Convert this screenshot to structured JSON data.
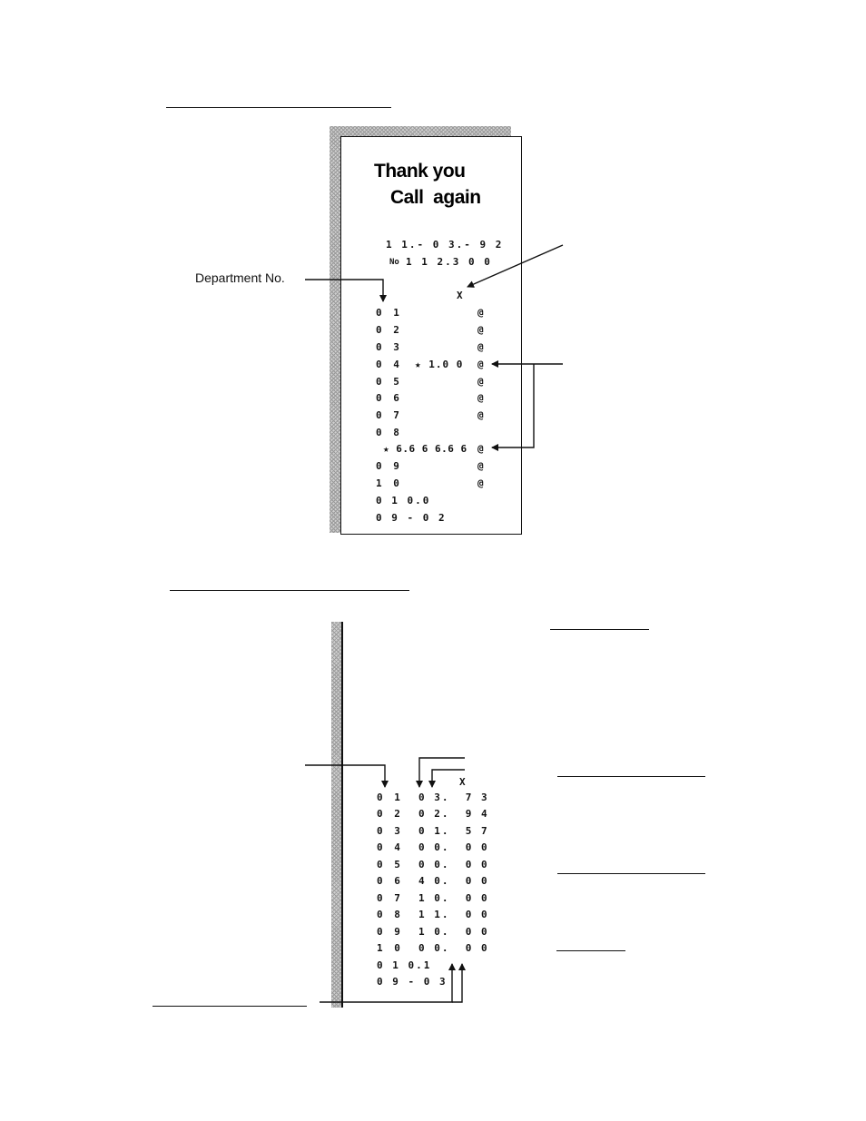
{
  "receipt1": {
    "greeting_line1": "Thank you",
    "greeting_line2": "Call  again",
    "date": "1 1.- 0 3.- 9 2",
    "number_prefix": "No",
    "number": "1 1 2.3 0 0",
    "x_mark": "X",
    "department_label": "Department No.",
    "rows": [
      {
        "dept": "0 1",
        "mid": "",
        "mark": "@"
      },
      {
        "dept": "0 2",
        "mid": "",
        "mark": "@"
      },
      {
        "dept": "0 3",
        "mid": "",
        "mark": "@"
      },
      {
        "dept": "0 4",
        "mid": "★ 1.0 0",
        "mark": "@"
      },
      {
        "dept": "0 5",
        "mid": "",
        "mark": "@"
      },
      {
        "dept": "0 6",
        "mid": "",
        "mark": "@"
      },
      {
        "dept": "0 7",
        "mid": "",
        "mark": "@"
      },
      {
        "dept": "0 8",
        "mid": "",
        "mark": ""
      },
      {
        "dept": "",
        "mid": "★ 6.6 6 6.6 6",
        "mark": "@"
      },
      {
        "dept": "0 9",
        "mid": "",
        "mark": "@"
      },
      {
        "dept": "1 0",
        "mid": "",
        "mark": "@"
      }
    ],
    "footer1": "0 1 0.0",
    "footer2": "0 9 - 0 2"
  },
  "receipt2": {
    "x_mark": "X",
    "rows": [
      {
        "dept": "0 1",
        "value": "0 3.  7 3"
      },
      {
        "dept": "0 2",
        "value": "0 2.  9 4"
      },
      {
        "dept": "0 3",
        "value": "0 1.  5 7"
      },
      {
        "dept": "0 4",
        "value": "0 0.  0 0"
      },
      {
        "dept": "0 5",
        "value": "0 0.  0 0"
      },
      {
        "dept": "0 6",
        "value": "4 0.  0 0"
      },
      {
        "dept": "0 7",
        "value": "1 0.  0 0"
      },
      {
        "dept": "0 8",
        "value": "1 1.  0 0"
      },
      {
        "dept": "0 9",
        "value": "1 0.  0 0"
      },
      {
        "dept": "1 0",
        "value": "0 0.  0 0"
      }
    ],
    "footer1": "0 1 0.1",
    "footer2": "0 9 - 0 3"
  }
}
